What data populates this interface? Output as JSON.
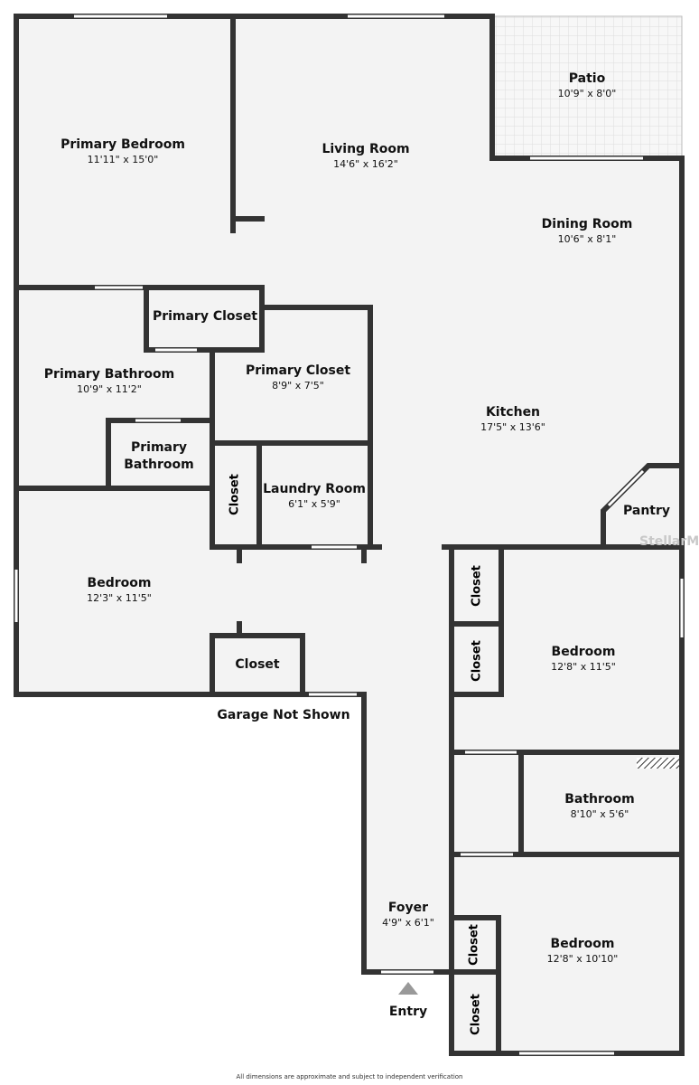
{
  "rooms": {
    "primary_bedroom": {
      "name": "Primary Bedroom",
      "dims": "11'11\" x 15'0\""
    },
    "living_room": {
      "name": "Living Room",
      "dims": "14'6\" x 16'2\""
    },
    "patio": {
      "name": "Patio",
      "dims": "10'9\" x 8'0\""
    },
    "dining_room": {
      "name": "Dining Room",
      "dims": "10'6\" x 8'1\""
    },
    "primary_closet_small": {
      "name": "Primary Closet"
    },
    "primary_closet": {
      "name": "Primary Closet",
      "dims": "8'9\" x 7'5\""
    },
    "primary_bathroom": {
      "name": "Primary Bathroom",
      "dims": "10'9\" x 11'2\""
    },
    "primary_bathroom_inner": {
      "name": "Primary Bathroom"
    },
    "kitchen": {
      "name": "Kitchen",
      "dims": "17'5\" x 13'6\""
    },
    "closet_a": {
      "name": "Closet"
    },
    "laundry_room": {
      "name": "Laundry Room",
      "dims": "6'1\" x 5'9\""
    },
    "pantry": {
      "name": "Pantry"
    },
    "bedroom_left": {
      "name": "Bedroom",
      "dims": "12'3\" x 11'5\""
    },
    "closet_b": {
      "name": "Closet"
    },
    "closet_c": {
      "name": "Closet"
    },
    "closet_d": {
      "name": "Closet"
    },
    "bedroom_right": {
      "name": "Bedroom",
      "dims": "12'8\" x 11'5\""
    },
    "bathroom": {
      "name": "Bathroom",
      "dims": "8'10\" x 5'6\""
    },
    "foyer": {
      "name": "Foyer",
      "dims": "4'9\" x 6'1\""
    },
    "closet_e": {
      "name": "Closet"
    },
    "closet_f": {
      "name": "Closet"
    },
    "bedroom_bottom": {
      "name": "Bedroom",
      "dims": "12'8\" x 10'10\""
    }
  },
  "garage_note": "Garage Not Shown",
  "entry_label": "Entry",
  "footer": "All dimensions are approximate and subject to independent verification",
  "watermark": "StellarMLS",
  "colors": {
    "wall": "#333333",
    "floor": "#f3f3f3",
    "window": "#ffffff"
  }
}
